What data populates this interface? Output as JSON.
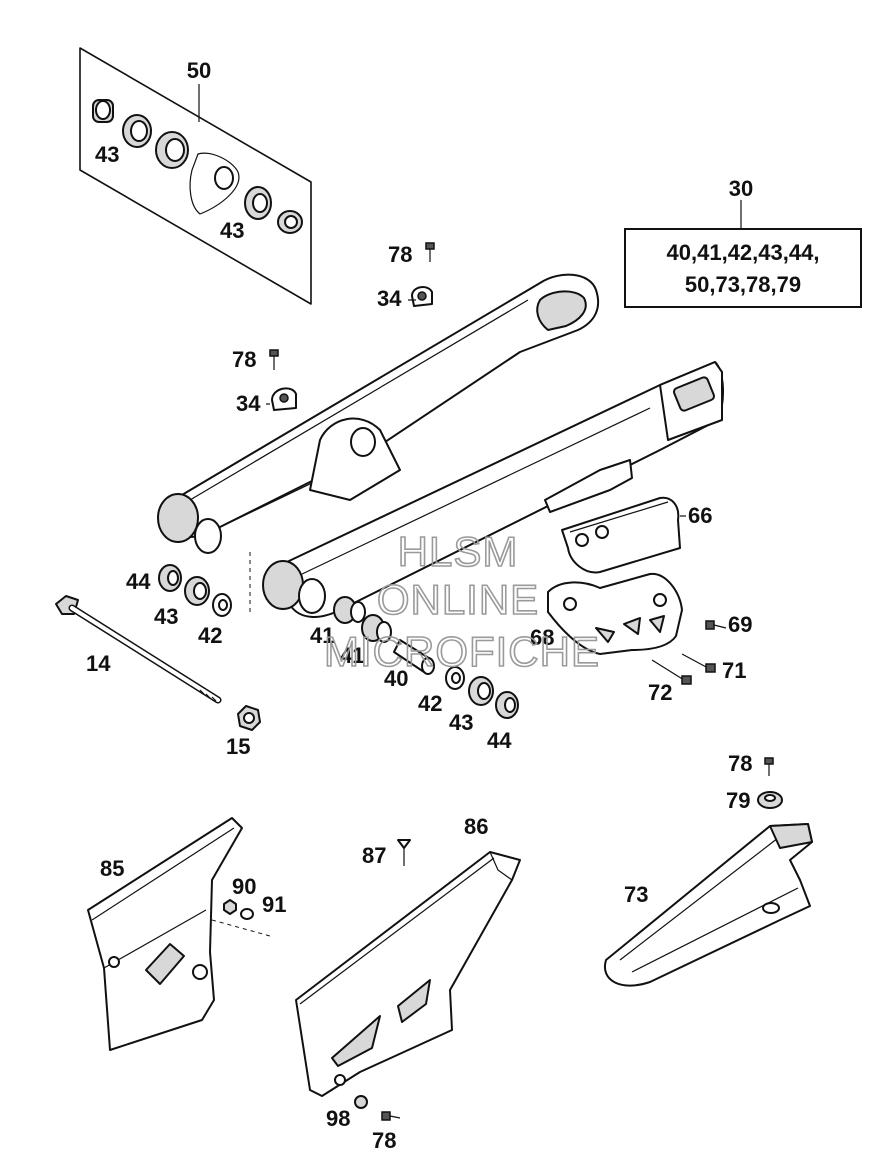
{
  "diagram": {
    "group_labels": {
      "bearing_kit": "50",
      "swingarm_kit": "30"
    },
    "kit_box_lines": [
      "40,41,42,43,44,",
      "50,73,78,79"
    ],
    "part_labels": {
      "kit_43_top": "43",
      "kit_43_bottom": "43",
      "bolt_78_a": "78",
      "clamp_34_a": "34",
      "bolt_78_b": "78",
      "clamp_34_b": "34",
      "slider_66": "66",
      "guide_68": "68",
      "screw_69": "69",
      "screw_71": "71",
      "screw_72": "72",
      "seal_44_left": "44",
      "bearing_43_left": "43",
      "washer_42_left": "42",
      "axle_14": "14",
      "nut_15": "15",
      "bush_41_a": "41",
      "bush_41_b": "41",
      "sleeve_40": "40",
      "washer_42_right": "42",
      "bearing_43_right": "43",
      "seal_44_right": "44",
      "bolt_78_c": "78",
      "washer_79": "79",
      "chain_slider_73": "73",
      "guard_85": "85",
      "nut_90": "90",
      "washer_91": "91",
      "rivet_87": "87",
      "guard_86": "86",
      "nut_98": "98",
      "bolt_78_d": "78"
    },
    "watermark": [
      "HLSM",
      "ONLINE",
      "MICROFICHE"
    ]
  }
}
